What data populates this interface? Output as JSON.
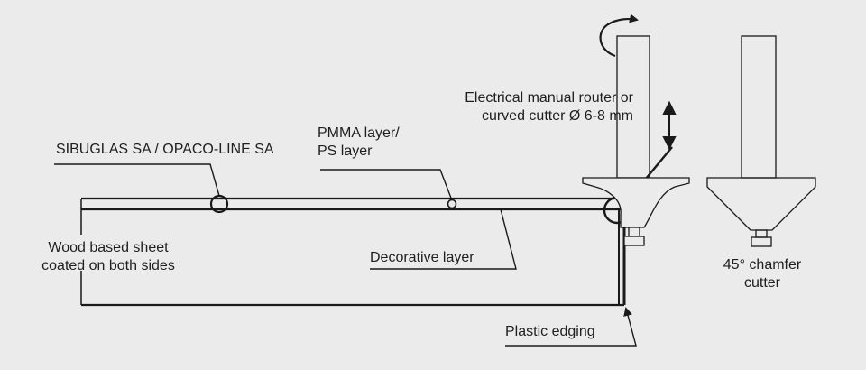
{
  "diagram": {
    "labels": {
      "sibuglas": "SIBUGLAS SA / OPACO-LINE SA",
      "pmma_line1": "PMMA layer/",
      "pmma_line2": "PS layer",
      "router_line1": "Electrical manual router or",
      "router_line2": "curved cutter Ø 6-8 mm",
      "wood_line1": "Wood based sheet",
      "wood_line2": "coated on both sides",
      "decorative": "Decorative layer",
      "chamfer_line1": "45° chamfer",
      "chamfer_line2": "cutter",
      "edging": "Plastic edging"
    },
    "colors": {
      "background": "#ebebeb",
      "stroke": "#1a1a1a",
      "text": "#1f1f1f"
    },
    "icons": [
      "rotation-arrow-icon",
      "vertical-double-arrow-icon"
    ]
  }
}
